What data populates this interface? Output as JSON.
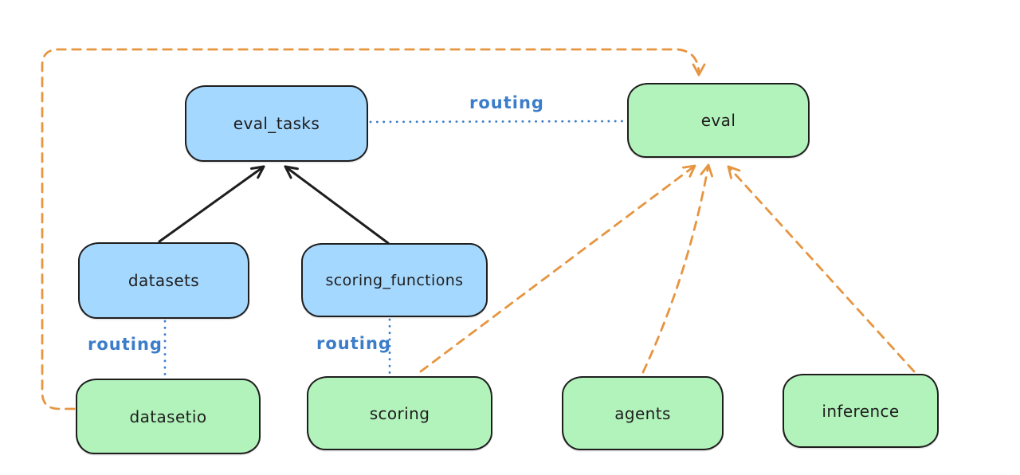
{
  "colors": {
    "stroke_black": "#1e1e1e",
    "blue_fill": "#a5d8ff",
    "green_fill": "#b2f2bb",
    "routing_blue": "#3c7dc9",
    "orange": "#e69540"
  },
  "diagram": {
    "nodes": [
      {
        "id": "eval_tasks",
        "label": "eval_tasks",
        "fill": "blue_fill"
      },
      {
        "id": "eval",
        "label": "eval",
        "fill": "green_fill"
      },
      {
        "id": "datasets",
        "label": "datasets",
        "fill": "blue_fill"
      },
      {
        "id": "scoring_functions",
        "label": "scoring_functions",
        "fill": "blue_fill"
      },
      {
        "id": "datasetio",
        "label": "datasetio",
        "fill": "green_fill"
      },
      {
        "id": "scoring",
        "label": "scoring",
        "fill": "green_fill"
      },
      {
        "id": "agents",
        "label": "agents",
        "fill": "green_fill"
      },
      {
        "id": "inference",
        "label": "inference",
        "fill": "green_fill"
      }
    ],
    "edges": [
      {
        "from": "datasets",
        "to": "eval_tasks",
        "style": "solid-black-arrow"
      },
      {
        "from": "scoring_functions",
        "to": "eval_tasks",
        "style": "solid-black-arrow"
      },
      {
        "from": "eval_tasks",
        "to": "eval",
        "style": "dotted-blue",
        "label": "routing"
      },
      {
        "from": "datasets",
        "to": "datasetio",
        "style": "dotted-blue",
        "label": "routing"
      },
      {
        "from": "scoring_functions",
        "to": "scoring",
        "style": "dotted-blue",
        "label": "routing"
      },
      {
        "from": "datasetio",
        "to": "eval",
        "style": "dashed-orange-arrow"
      },
      {
        "from": "scoring",
        "to": "eval",
        "style": "dashed-orange-arrow"
      },
      {
        "from": "agents",
        "to": "eval",
        "style": "dashed-orange-arrow"
      },
      {
        "from": "inference",
        "to": "eval",
        "style": "dashed-orange-arrow"
      }
    ],
    "edge_labels": [
      {
        "text": "routing",
        "edge": "eval_tasks-eval"
      },
      {
        "text": "routing",
        "edge": "datasets-datasetio"
      },
      {
        "text": "routing",
        "edge": "scoring_functions-scoring"
      }
    ]
  }
}
